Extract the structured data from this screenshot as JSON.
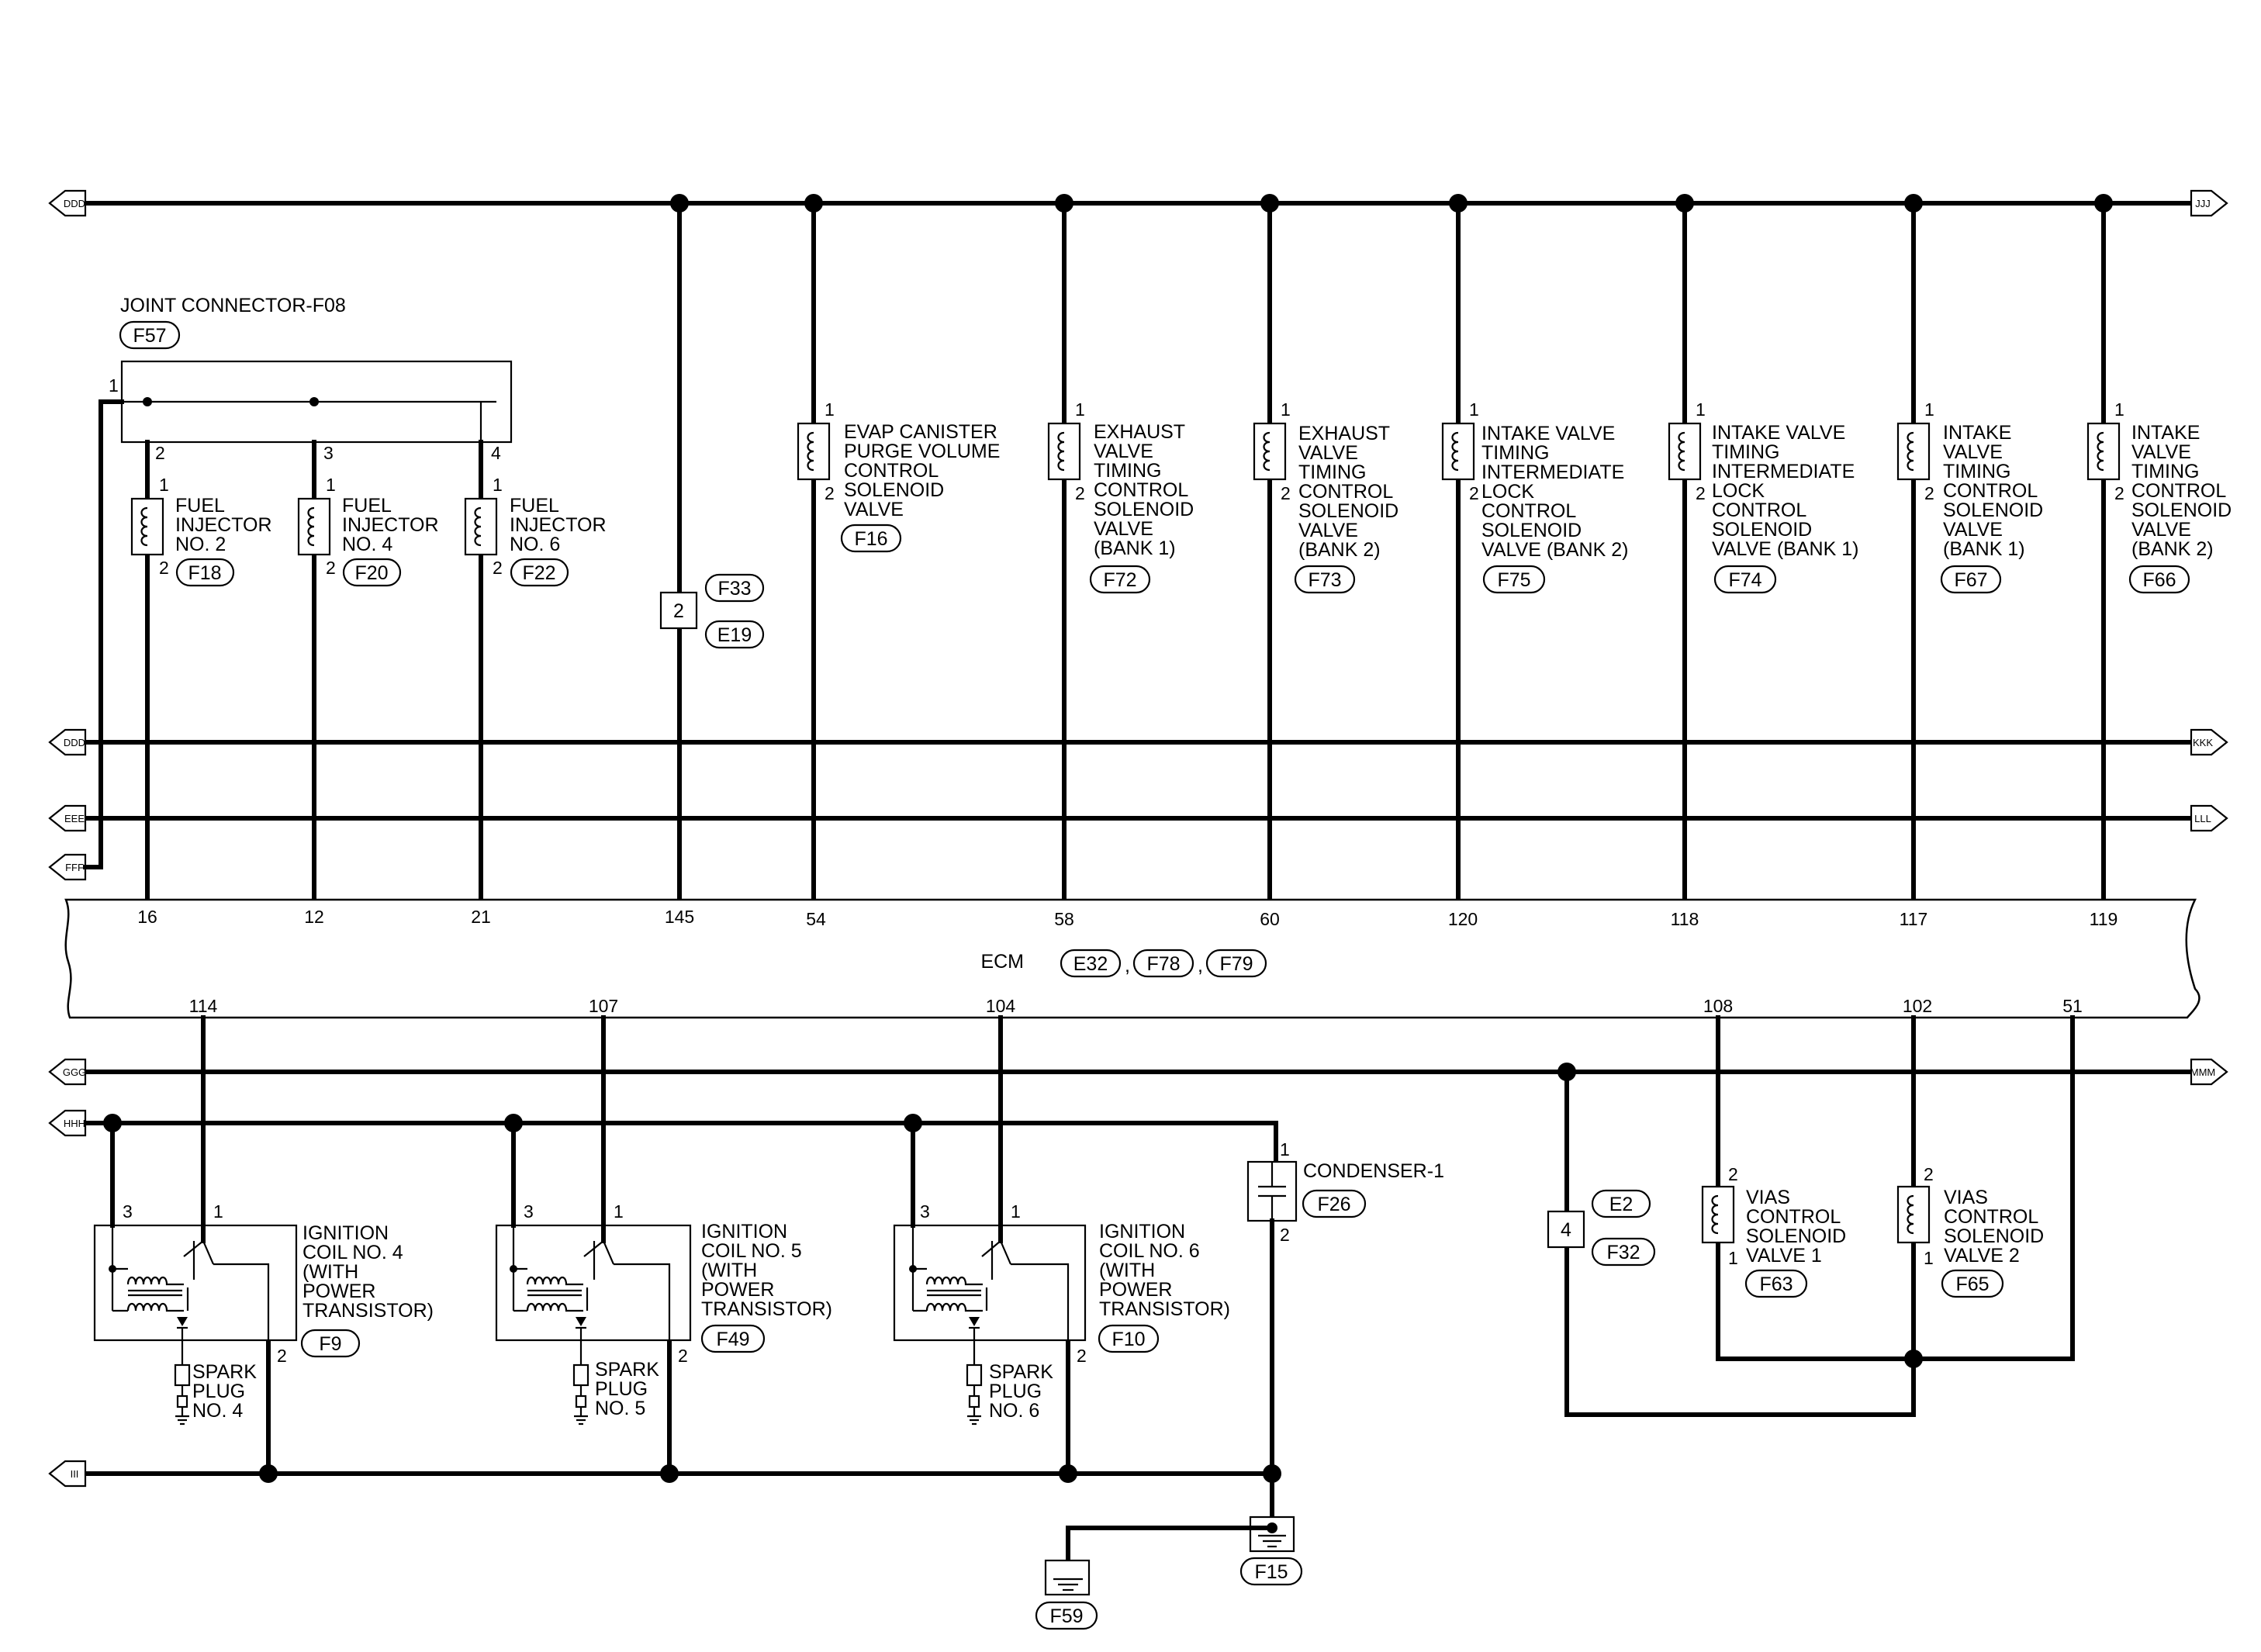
{
  "bus_labels": {
    "DDD": "DDD",
    "JJJ": "JJJ",
    "KKK": "KKK",
    "LLL": "LLL",
    "EEE": "EEE",
    "FFF": "FFF",
    "GGG": "GGG",
    "MMM": "MMM",
    "HHH": "HHH",
    "III": "III"
  },
  "joint_connector": {
    "title": "JOINT CONNECTOR-F08",
    "code": "F57",
    "pins": [
      "1",
      "2",
      "3",
      "4"
    ]
  },
  "injectors": [
    {
      "name": [
        "FUEL",
        "INJECTOR",
        "NO. 2"
      ],
      "code": "F18",
      "pin1": "1",
      "pin2": "2",
      "ecm_pin": "16"
    },
    {
      "name": [
        "FUEL",
        "INJECTOR",
        "NO. 4"
      ],
      "code": "F20",
      "pin1": "1",
      "pin2": "2",
      "ecm_pin": "12"
    },
    {
      "name": [
        "FUEL",
        "INJECTOR",
        "NO. 6"
      ],
      "code": "F22",
      "pin1": "1",
      "pin2": "2",
      "ecm_pin": "21"
    }
  ],
  "splice_upper": {
    "pin": "2",
    "codes": [
      "F33",
      "E19"
    ],
    "ecm_pin": "145"
  },
  "valves": [
    {
      "name": [
        "EVAP CANISTER",
        "PURGE VOLUME",
        "CONTROL",
        "SOLENOID",
        "VALVE"
      ],
      "code": "F16",
      "pin1": "1",
      "pin2": "2",
      "ecm_pin": "54"
    },
    {
      "name": [
        "EXHAUST",
        "VALVE",
        "TIMING",
        "CONTROL",
        "SOLENOID",
        "VALVE",
        "(BANK 1)"
      ],
      "code": "F72",
      "pin1": "1",
      "pin2": "2",
      "ecm_pin": "58"
    },
    {
      "name": [
        "EXHAUST",
        "VALVE",
        "TIMING",
        "CONTROL",
        "SOLENOID",
        "VALVE",
        "(BANK 2)"
      ],
      "code": "F73",
      "pin1": "1",
      "pin2": "2",
      "ecm_pin": "60"
    },
    {
      "name": [
        "INTAKE VALVE",
        "TIMING",
        "INTERMEDIATE",
        "LOCK",
        "CONTROL",
        "SOLENOID",
        "VALVE (BANK 2)"
      ],
      "code": "F75",
      "pin1": "1",
      "pin2": "2",
      "ecm_pin": "120"
    },
    {
      "name": [
        "INTAKE VALVE",
        "TIMING",
        "INTERMEDIATE",
        "LOCK",
        "CONTROL",
        "SOLENOID",
        "VALVE (BANK 1)"
      ],
      "code": "F74",
      "pin1": "1",
      "pin2": "2",
      "ecm_pin": "118"
    },
    {
      "name": [
        "INTAKE",
        "VALVE",
        "TIMING",
        "CONTROL",
        "SOLENOID",
        "VALVE",
        "(BANK 1)"
      ],
      "code": "F67",
      "pin1": "1",
      "pin2": "2",
      "ecm_pin": "117"
    },
    {
      "name": [
        "INTAKE",
        "VALVE",
        "TIMING",
        "CONTROL",
        "SOLENOID",
        "VALVE",
        "(BANK 2)"
      ],
      "code": "F66",
      "pin1": "1",
      "pin2": "2",
      "ecm_pin": "119"
    }
  ],
  "ecm": {
    "label": "ECM",
    "codes": [
      "E32",
      "F78",
      "F79"
    ],
    "separator": ","
  },
  "ignition_coils": [
    {
      "name": [
        "IGNITION",
        "COIL NO. 4",
        "(WITH",
        "POWER",
        "TRANSISTOR)"
      ],
      "code": "F9",
      "pin3": "3",
      "pin1": "1",
      "pin2": "2",
      "ecm_pin": "114",
      "plug": [
        "SPARK",
        "PLUG",
        "NO. 4"
      ]
    },
    {
      "name": [
        "IGNITION",
        "COIL NO. 5",
        "(WITH",
        "POWER",
        "TRANSISTOR)"
      ],
      "code": "F49",
      "pin3": "3",
      "pin1": "1",
      "pin2": "2",
      "ecm_pin": "107",
      "plug": [
        "SPARK",
        "PLUG",
        "NO. 5"
      ]
    },
    {
      "name": [
        "IGNITION",
        "COIL NO. 6",
        "(WITH",
        "POWER",
        "TRANSISTOR)"
      ],
      "code": "F10",
      "pin3": "3",
      "pin1": "1",
      "pin2": "2",
      "ecm_pin": "104",
      "plug": [
        "SPARK",
        "PLUG",
        "NO. 6"
      ]
    }
  ],
  "condenser": {
    "name": "CONDENSER-1",
    "code": "F26",
    "pin1": "1",
    "pin2": "2"
  },
  "grounds": {
    "left": "F59",
    "right": "F15"
  },
  "splice_lower": {
    "pin": "4",
    "codes": [
      "E2",
      "F32"
    ]
  },
  "vias": [
    {
      "name": [
        "VIAS",
        "CONTROL",
        "SOLENOID",
        "VALVE 1"
      ],
      "code": "F63",
      "pin_top": "2",
      "pin_bottom": "1",
      "ecm_pin": "108"
    },
    {
      "name": [
        "VIAS",
        "CONTROL",
        "SOLENOID",
        "VALVE 2"
      ],
      "code": "F65",
      "pin_top": "2",
      "pin_bottom": "1",
      "ecm_pin": "102"
    }
  ],
  "ecm_pin_51": "51"
}
